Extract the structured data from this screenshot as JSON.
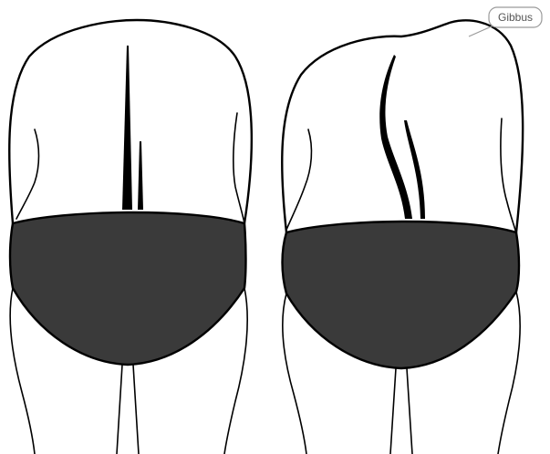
{
  "figure": {
    "left_figure": "normal-back",
    "right_figure": "kyphotic-back-with-gibbus",
    "callout": {
      "label": "Gibbus"
    },
    "colors": {
      "line": "#000000",
      "briefs": "#3a3a3a",
      "background": "#ffffff",
      "callout_border": "#9a9a9a",
      "callout_text": "#555555"
    }
  }
}
